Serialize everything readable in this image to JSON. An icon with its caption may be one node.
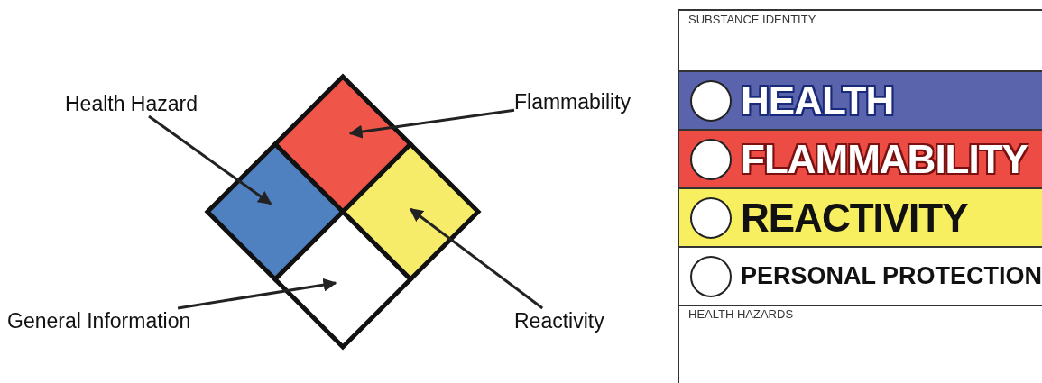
{
  "diagram": {
    "nodes": [
      {
        "text": [
          "Health Hazard"
        ]
      },
      {
        "text": [
          "Flammability"
        ]
      },
      {
        "text": [
          "General Information"
        ]
      },
      {
        "text": [
          "Reactivity"
        ]
      },
      {
        "text": [],
        "shape": "diamond"
      },
      {
        "text": [],
        "shape": "diamond"
      },
      {
        "text": [],
        "shape": "diamond"
      },
      {
        "text": [],
        "shape": "diamond"
      },
      {
        "text": [
          "SUBSTANCE IDENTITY"
        ]
      },
      {
        "text": [
          "HEALTH"
        ]
      },
      {
        "text": [
          "FLAMMABILITY"
        ]
      },
      {
        "text": [
          "REACTIVITY"
        ]
      },
      {
        "text": [
          "PERSONAL PROTECTION"
        ]
      },
      {
        "text": [
          "HEALTH HAZARDS"
        ]
      }
    ],
    "edges": [
      {
        "from": 0,
        "to": 5,
        "arrow": "to"
      },
      {
        "from": 1,
        "to": 4,
        "arrow": "to"
      },
      {
        "from": 2,
        "to": 7,
        "arrow": "to"
      },
      {
        "from": 3,
        "to": 6,
        "arrow": "to"
      }
    ]
  }
}
